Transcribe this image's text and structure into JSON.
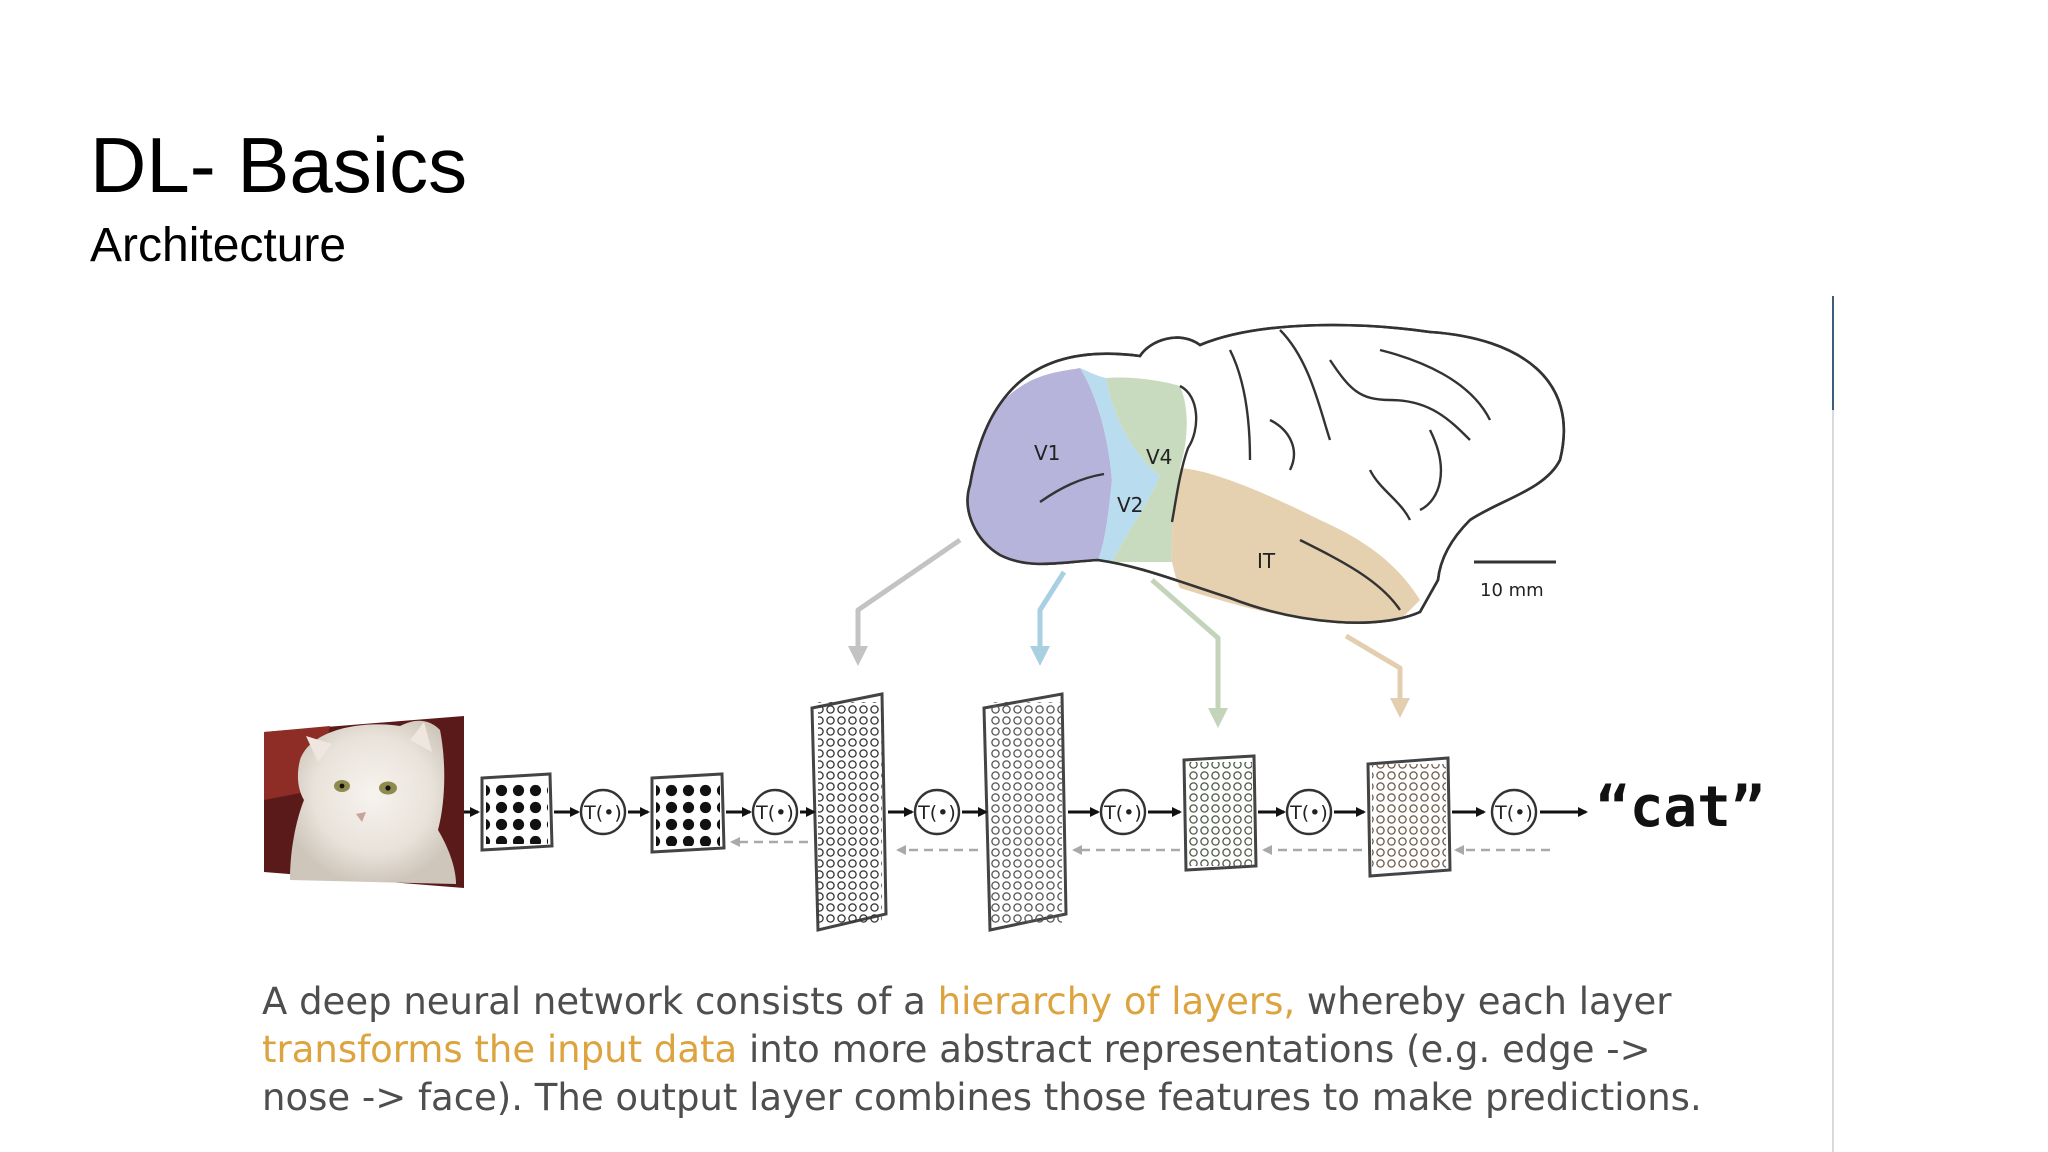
{
  "slide": {
    "title": "DL- Basics",
    "subtitle": "Architecture"
  },
  "figure": {
    "brain_labels": {
      "v1": "V1",
      "v2": "V2",
      "v4": "V4",
      "it": "IT"
    },
    "scale_bar_label": "10 mm",
    "transform_label": "T(•)",
    "output_label": "“cat”",
    "colors": {
      "v1": "#b7b4dc",
      "v2": "#b9dcee",
      "v4": "#c8dbbe",
      "it": "#e5d0af"
    }
  },
  "caption": {
    "line1_before": "A deep neural network consists of a ",
    "line1_highlight": "hierarchy of layers,",
    "line1_after": " whereby each layer",
    "line2_highlight": "transforms the input data",
    "line2_after": " into more abstract representations (e.g. edge ->",
    "line3": "nose -> face). The output layer combines those features to make predictions."
  }
}
